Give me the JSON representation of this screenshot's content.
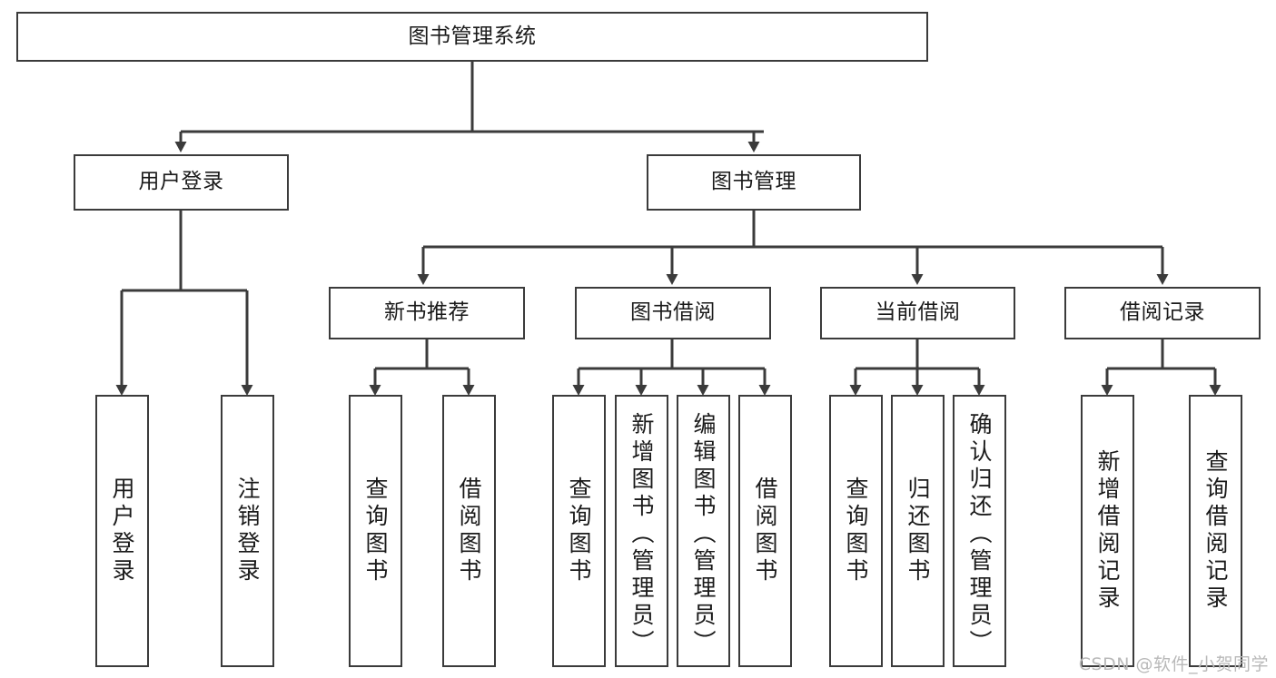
{
  "diagram": {
    "title": "图书管理系统",
    "type": "hierarchy-tree",
    "watermark": "CSDN @软件_小贺同学",
    "levels": {
      "root": "图书管理系统",
      "level2": [
        "用户登录",
        "图书管理"
      ],
      "level3": [
        "新书推荐",
        "图书借阅",
        "当前借阅",
        "借阅记录"
      ]
    },
    "nodes": {
      "root": {
        "label": "图书管理系统"
      },
      "user_login": {
        "label": "用户登录"
      },
      "book_manage": {
        "label": "图书管理"
      },
      "new_book_rec": {
        "label": "新书推荐"
      },
      "book_borrow": {
        "label": "图书借阅"
      },
      "current_borrow": {
        "label": "当前借阅"
      },
      "borrow_record": {
        "label": "借阅记录"
      },
      "leaf_user_login": {
        "label": "用户登录"
      },
      "leaf_logout": {
        "label": "注销登录"
      },
      "leaf_query_book_a": {
        "label": "查询图书"
      },
      "leaf_borrow_book_a": {
        "label": "借阅图书"
      },
      "leaf_query_book_b": {
        "label": "查询图书"
      },
      "leaf_add_book": {
        "label": "新增图书（管理员）"
      },
      "leaf_edit_book": {
        "label": "编辑图书（管理员）"
      },
      "leaf_borrow_book_b": {
        "label": "借阅图书"
      },
      "leaf_query_book_c": {
        "label": "查询图书"
      },
      "leaf_return_book": {
        "label": "归还图书"
      },
      "leaf_confirm_return": {
        "label": "确认归还（管理员）"
      },
      "leaf_add_record": {
        "label": "新增借阅记录"
      },
      "leaf_query_record": {
        "label": "查询借阅记录"
      }
    },
    "colors": {
      "stroke": "#3b3b3b",
      "fill": "#ffffff",
      "text": "#1a1a1a",
      "watermark": "#b9b9b9"
    }
  }
}
